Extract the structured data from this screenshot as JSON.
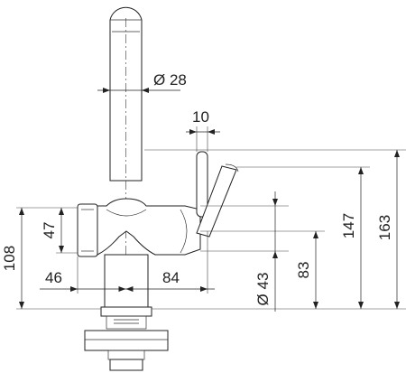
{
  "dimensions": {
    "spout_diameter": "Ø 28",
    "lever_width": "10",
    "body_height": "47",
    "base_height": "108",
    "left_offset": "46",
    "right_offset": "84",
    "connector_diameter": "Ø 43",
    "body_level": "83",
    "spout_height": "147",
    "total_height": "163"
  }
}
